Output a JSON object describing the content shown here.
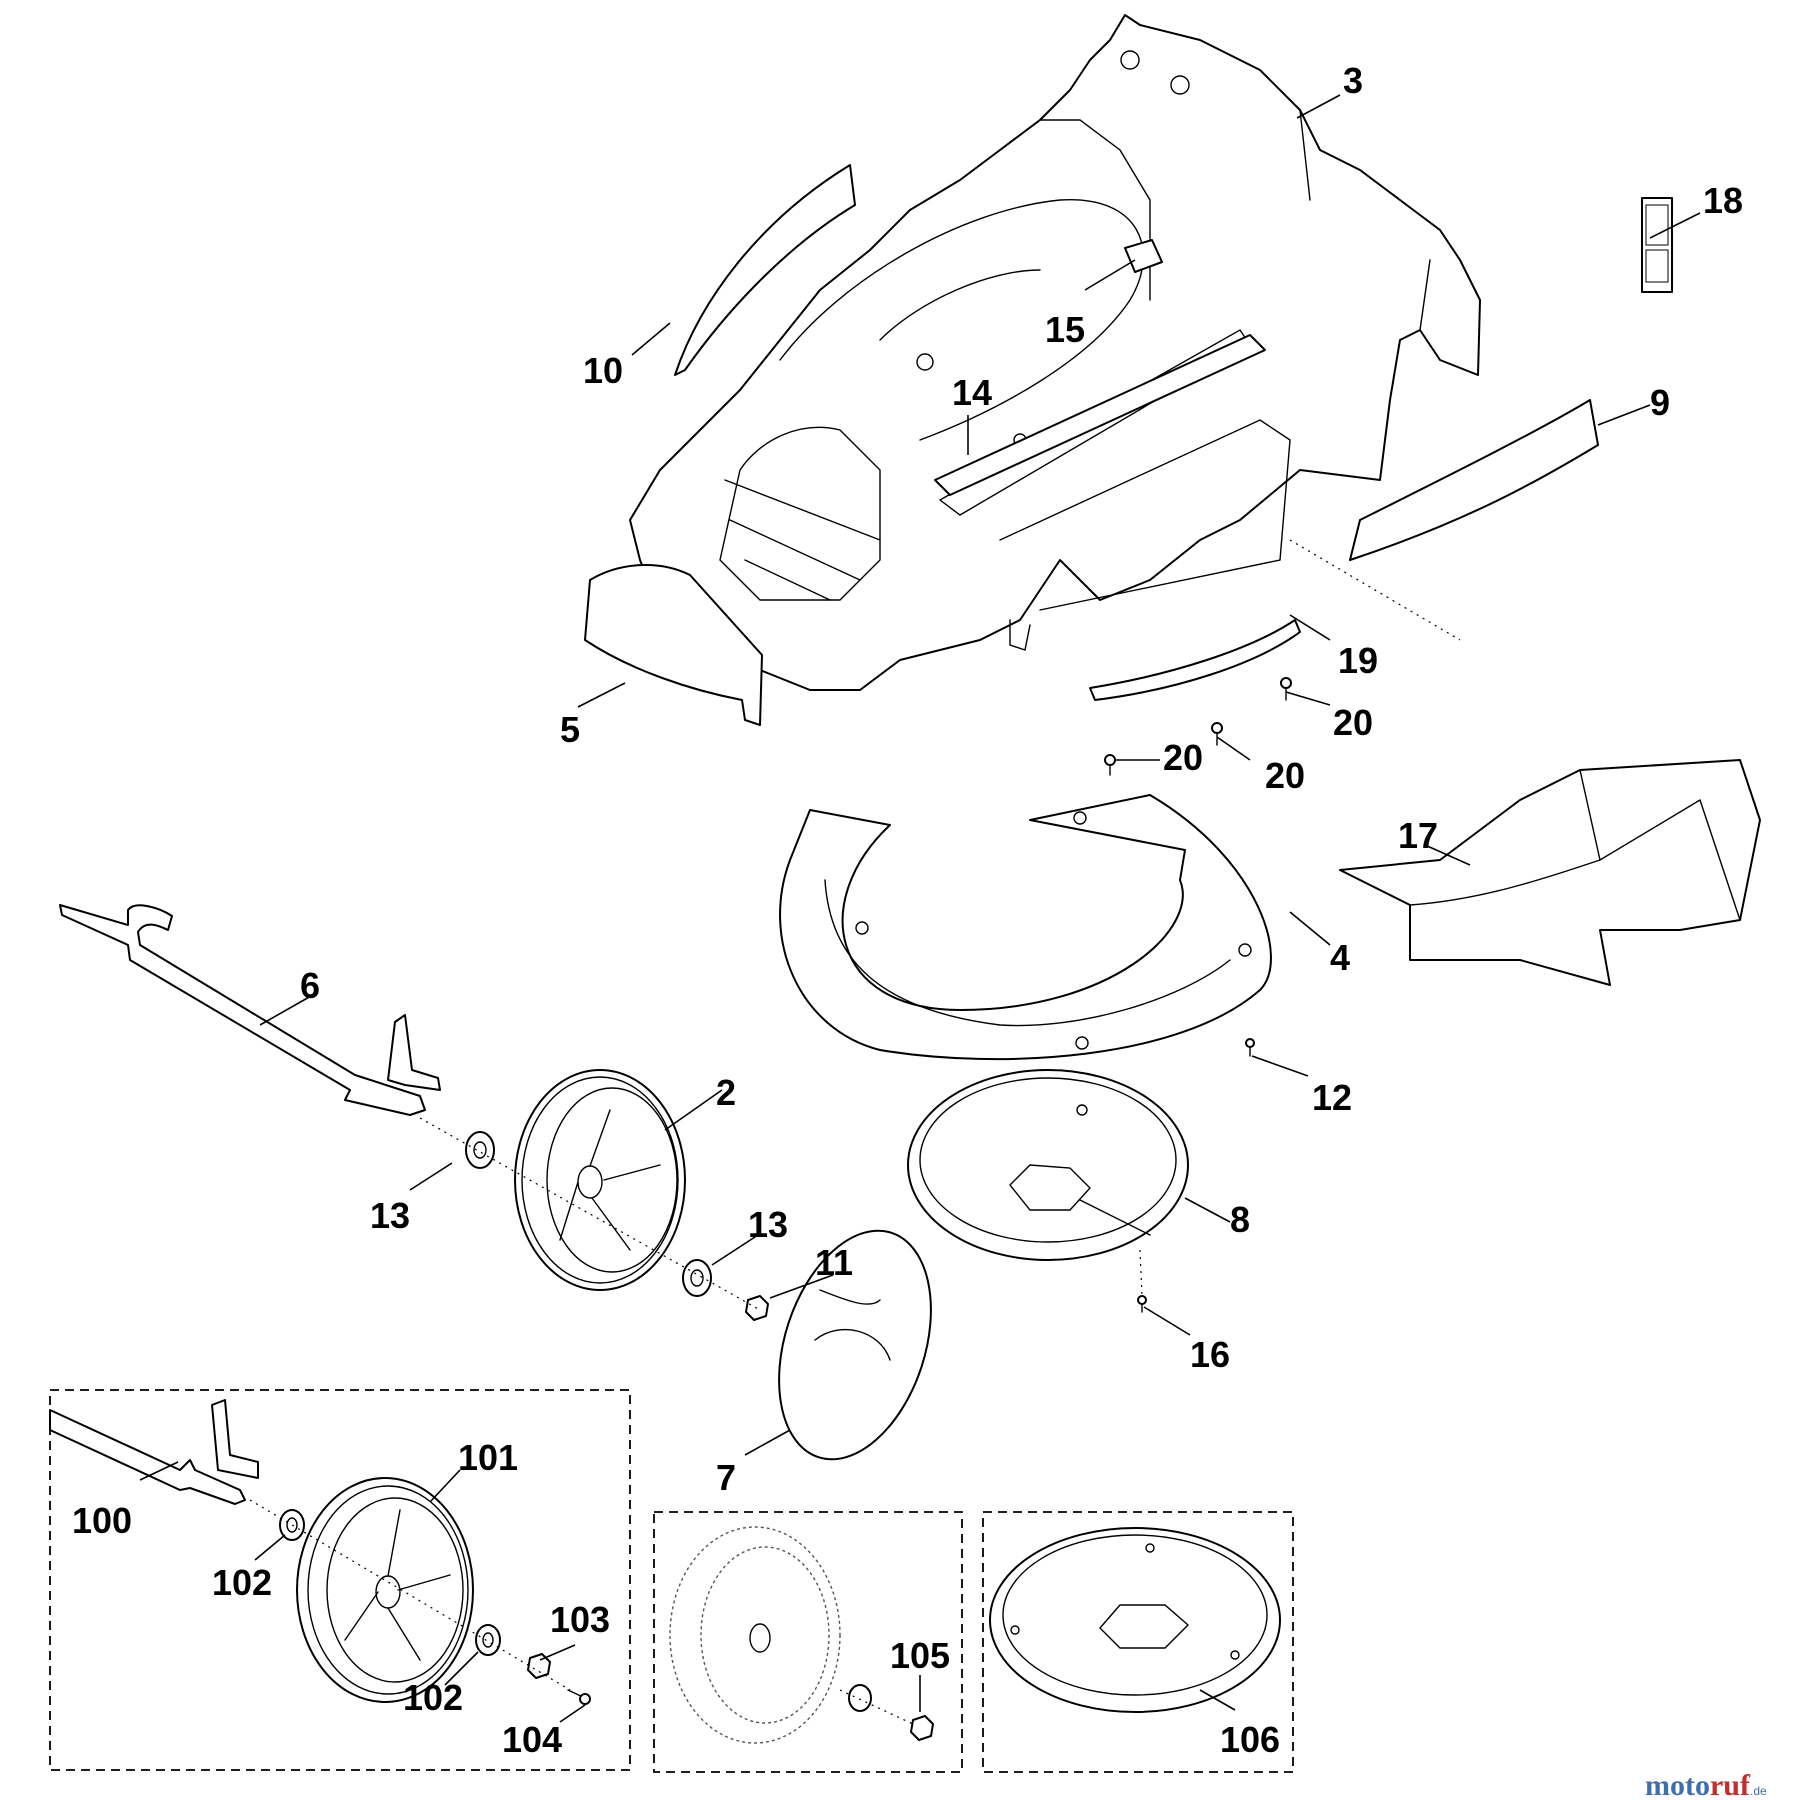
{
  "diagram": {
    "callouts": {
      "c2": "2",
      "c3": "3",
      "c4": "4",
      "c5": "5",
      "c6": "6",
      "c7": "7",
      "c8": "8",
      "c9": "9",
      "c10": "10",
      "c11": "11",
      "c12": "12",
      "c13a": "13",
      "c13b": "13",
      "c14": "14",
      "c15": "15",
      "c16": "16",
      "c17": "17",
      "c18": "18",
      "c19": "19",
      "c20a": "20",
      "c20b": "20",
      "c20c": "20",
      "c100": "100",
      "c101": "101",
      "c102a": "102",
      "c102b": "102",
      "c103": "103",
      "c104": "104",
      "c105": "105",
      "c106": "106"
    }
  },
  "watermark": {
    "brand_a": "moto",
    "brand_b": "ruf",
    "suffix": ".de"
  }
}
